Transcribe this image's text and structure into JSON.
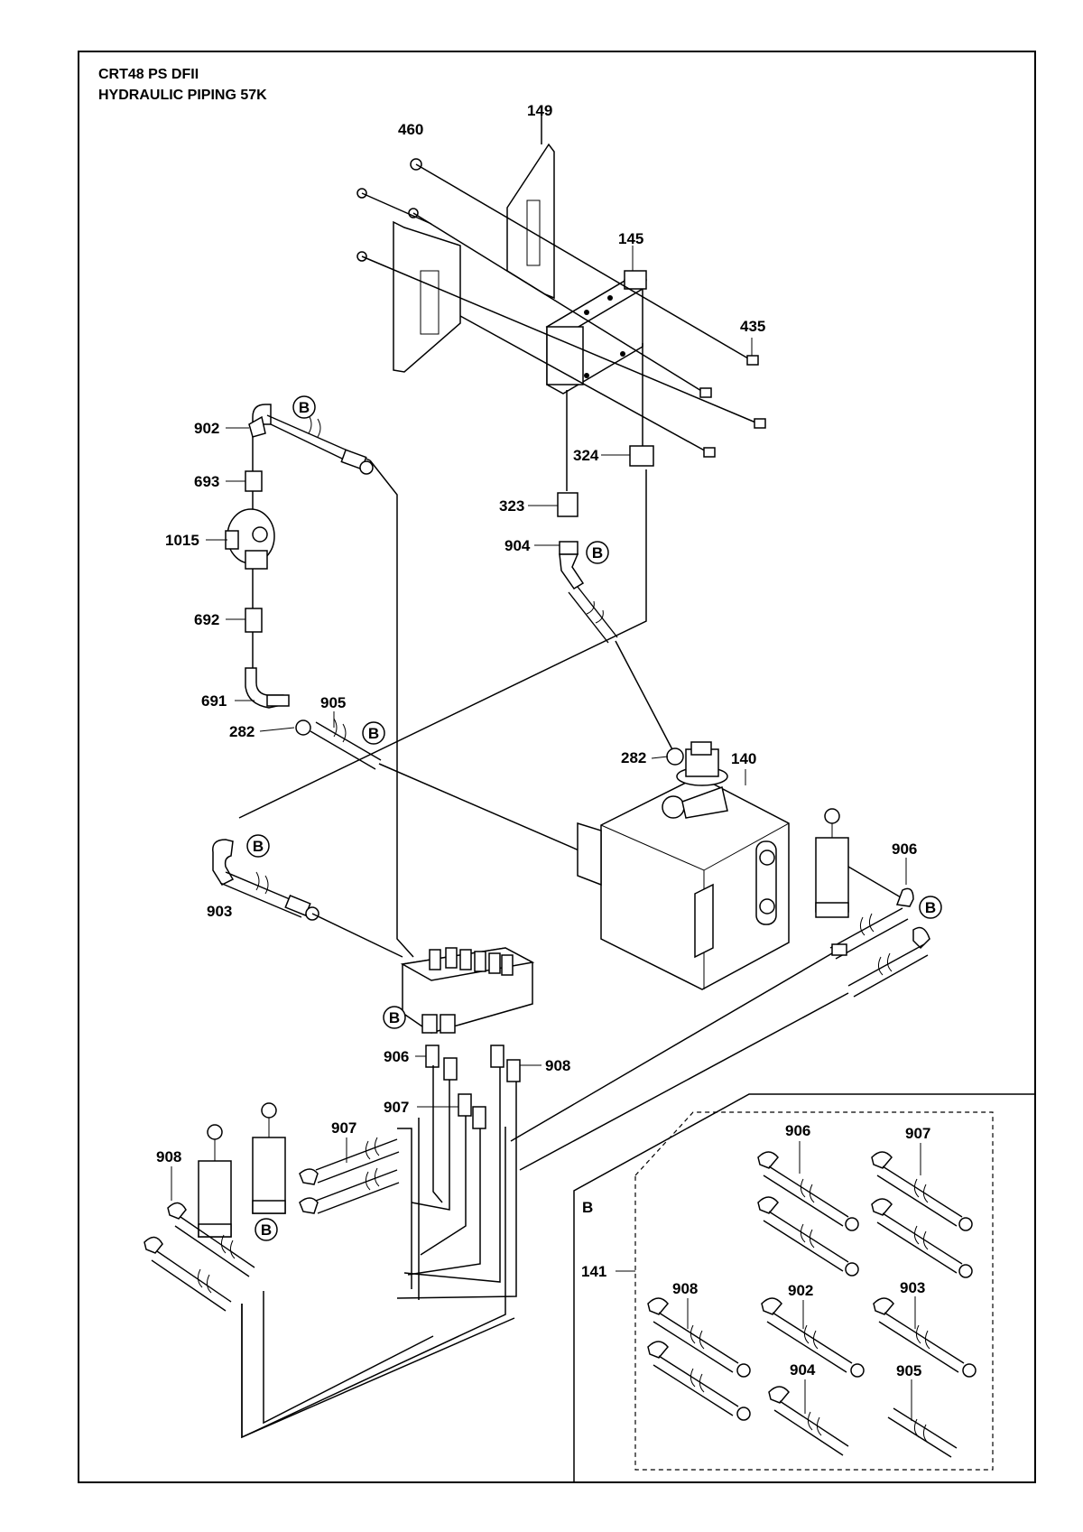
{
  "title": {
    "line1": "CRT48 PS DFII",
    "line2": "HYDRAULIC PIPING 57K"
  },
  "callouts": {
    "c460": "460",
    "c149": "149",
    "c145": "145",
    "c435": "435",
    "c902": "902",
    "c693": "693",
    "c1015": "1015",
    "c692": "692",
    "c691": "691",
    "c282a": "282",
    "c905": "905",
    "c324": "324",
    "c323": "323",
    "c904": "904",
    "c282b": "282",
    "c140": "140",
    "c903": "903",
    "c906a": "906",
    "c906b": "906",
    "c908a": "908",
    "c907a": "907",
    "c907b": "907",
    "c908b": "908"
  },
  "ref_marker": "B",
  "inset": {
    "title": "B",
    "kit_number": "141",
    "items": {
      "i906": "906",
      "i907": "907",
      "i908": "908",
      "i902": "902",
      "i903": "903",
      "i904": "904",
      "i905": "905"
    }
  }
}
